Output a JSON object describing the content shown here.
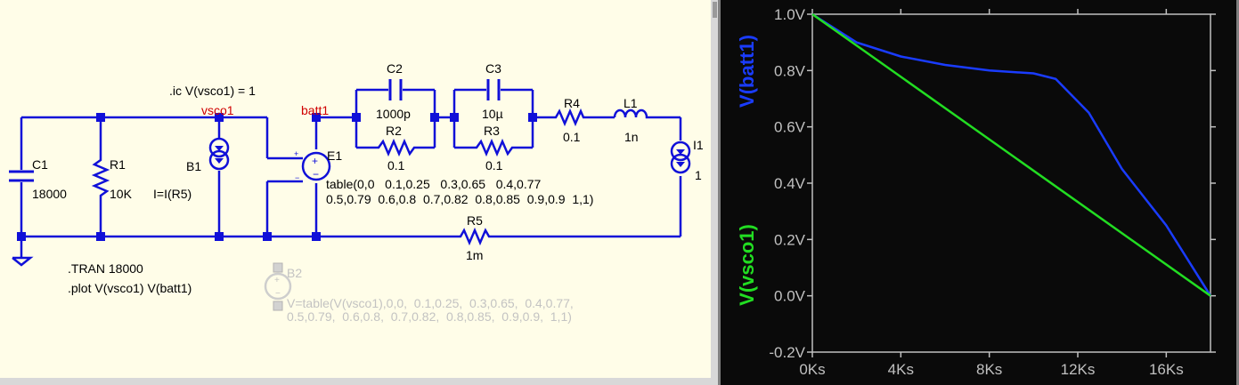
{
  "schematic": {
    "background": "#fffde8",
    "wire_color": "#1010d8",
    "netlabel_color": "#d00000",
    "text_color": "#000000",
    "ghost_color": "#c0c0c0",
    "directives": {
      "ic": ".ic V(vsco1) = 1",
      "tran": ".TRAN 18000",
      "plot": ".plot V(vsco1) V(batt1)"
    },
    "net_labels": {
      "vsco1": "vsco1",
      "batt1": "batt1"
    },
    "components": {
      "C1": {
        "name": "C1",
        "value": "18000"
      },
      "R1": {
        "name": "R1",
        "value": "10K"
      },
      "B1": {
        "name": "B1",
        "value": "I=I(R5)"
      },
      "E1": {
        "name": "E1",
        "value_line1": "table(0,0   0.1,0.25   0.3,0.65   0.4,0.77",
        "value_line2": "0.5,0.79  0.6,0.8  0.7,0.82  0.8,0.85  0.9,0.9  1,1)"
      },
      "C2": {
        "name": "C2",
        "value": "1000p"
      },
      "R2": {
        "name": "R2",
        "value": "0.1"
      },
      "C3": {
        "name": "C3",
        "value": "10µ"
      },
      "R3": {
        "name": "R3",
        "value": "0.1"
      },
      "R4": {
        "name": "R4",
        "value": "0.1"
      },
      "L1": {
        "name": "L1",
        "value": "1n"
      },
      "I1": {
        "name": "I1",
        "value": "1"
      },
      "R5": {
        "name": "R5",
        "value": "1m"
      },
      "B2": {
        "name": "B2",
        "value_line1": "V=table(V(vsco1),0,0,  0.1,0.25,  0.3,0.65,  0.4,0.77,",
        "value_line2": "0.5,0.79,  0.6,0.8,  0.7,0.82,  0.8,0.85,  0.9,0.9,  1,1)"
      }
    }
  },
  "chart_data": {
    "type": "line",
    "background": "#000000",
    "axis_color": "#c0c0c0",
    "x": [
      0,
      2,
      4,
      6,
      8,
      10,
      11,
      12.5,
      14,
      16,
      18
    ],
    "x_unit": "Ks",
    "xticks": [
      "0Ks",
      "4Ks",
      "8Ks",
      "12Ks",
      "16Ks"
    ],
    "xtick_values": [
      0,
      4,
      8,
      12,
      16
    ],
    "xlim": [
      0,
      18
    ],
    "yticks": [
      "1.0V",
      "0.8V",
      "0.6V",
      "0.4V",
      "0.2V",
      "0.0V",
      "-0.2V"
    ],
    "ytick_values": [
      1.0,
      0.8,
      0.6,
      0.4,
      0.2,
      0.0,
      -0.2
    ],
    "ylim": [
      -0.2,
      1.0
    ],
    "grid": false,
    "series": [
      {
        "name": "V(batt1)",
        "color": "#1a3cff",
        "x": [
          0,
          2,
          4,
          6,
          8,
          10,
          11,
          12.5,
          14,
          16,
          18
        ],
        "values": [
          1.0,
          0.9,
          0.85,
          0.82,
          0.8,
          0.79,
          0.77,
          0.65,
          0.45,
          0.25,
          0.0
        ]
      },
      {
        "name": "V(vsco1)",
        "color": "#22dd22",
        "x": [
          0,
          18
        ],
        "values": [
          1.0,
          0.0
        ]
      }
    ]
  }
}
